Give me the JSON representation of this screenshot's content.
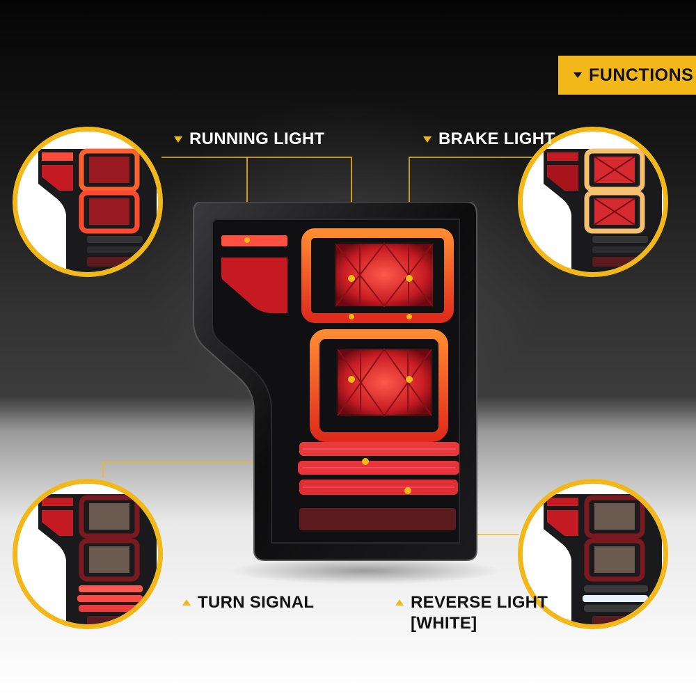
{
  "header": {
    "badge_label": "FUNCTIONS"
  },
  "functions": {
    "running_light": "RUNNING LIGHT",
    "brake_light": "BRAKE LIGHT",
    "turn_signal": "TURN SIGNAL",
    "reverse_light": "REVERSE LIGHT",
    "reverse_light_note": "[WHITE]"
  },
  "icons": {
    "badge_marker": "caret-down-icon",
    "top_label_marker": "caret-down-icon",
    "bottom_label_marker": "caret-up-icon"
  },
  "colors": {
    "accent": "#f2b81a",
    "label_text": "#ffffff",
    "label_text_dark": "#111111",
    "lamp_red": "#e0202a",
    "reverse_white": "#e8f2ff"
  }
}
